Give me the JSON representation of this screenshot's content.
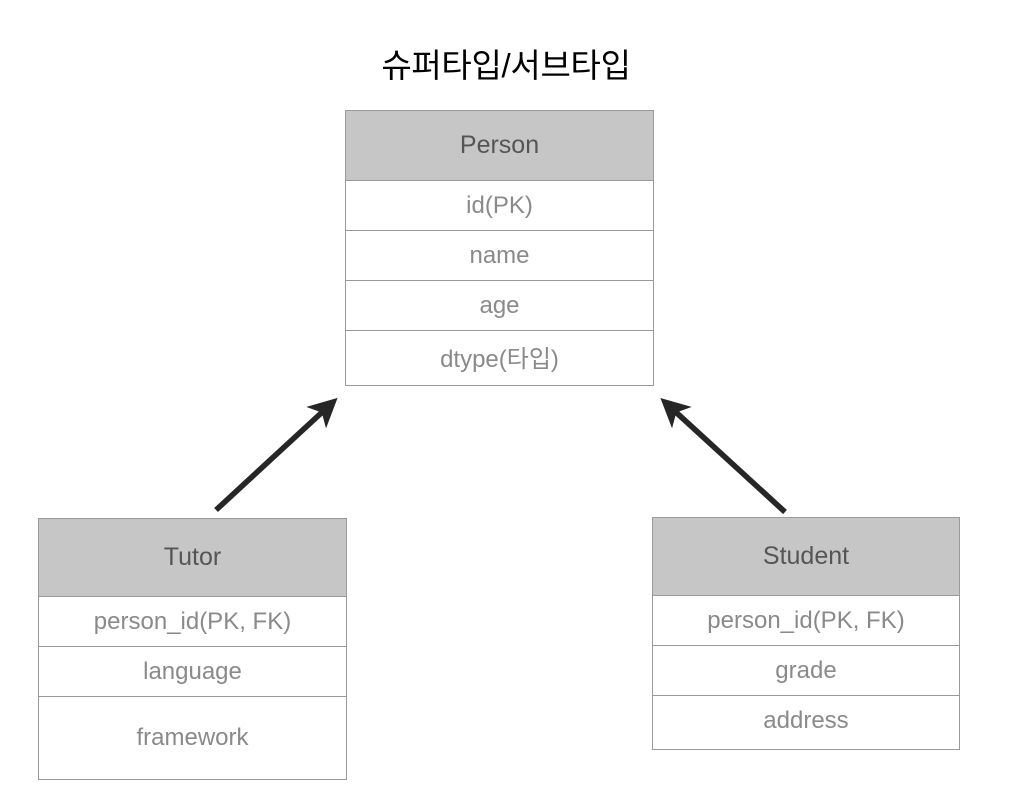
{
  "diagram": {
    "title": "슈퍼타입/서브타입",
    "colors": {
      "header_fill": "#c6c6c6",
      "border": "#9a9a9a",
      "header_text": "#555555",
      "row_text": "#8a8a8a",
      "title_text": "#000000",
      "arrow": "#262626",
      "background": "#ffffff"
    },
    "entities": [
      {
        "id": "person",
        "name": "Person",
        "role": "supertype",
        "attributes": [
          "id(PK)",
          "name",
          "age",
          "dtype(타입)"
        ]
      },
      {
        "id": "tutor",
        "name": "Tutor",
        "role": "subtype",
        "attributes": [
          "person_id(PK, FK)",
          "language",
          "framework"
        ]
      },
      {
        "id": "student",
        "name": "Student",
        "role": "subtype",
        "attributes": [
          "person_id(PK, FK)",
          "grade",
          "address"
        ]
      }
    ],
    "relationships": [
      {
        "id": "tutor-to-person",
        "from": "tutor",
        "to": "person",
        "style": "solid-filled-arrow",
        "direction": "up-right"
      },
      {
        "id": "student-to-person",
        "from": "student",
        "to": "person",
        "style": "solid-filled-arrow",
        "direction": "up-left"
      }
    ]
  }
}
